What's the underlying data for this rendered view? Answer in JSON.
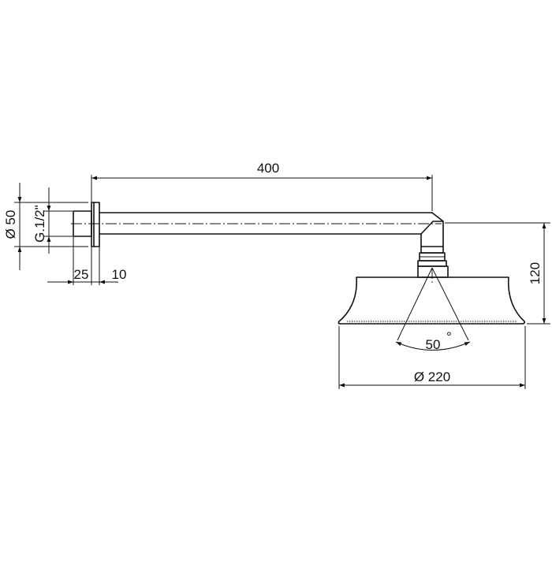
{
  "dimensions": {
    "arm_length": "400",
    "flange_diameter": "Ø 50",
    "thread": "G.1/2\"",
    "nipple_length": "25",
    "flange_thickness": "10",
    "head_height": "120",
    "spray_angle": "50",
    "degree_mark": "°",
    "head_diameter": "Ø 220"
  }
}
